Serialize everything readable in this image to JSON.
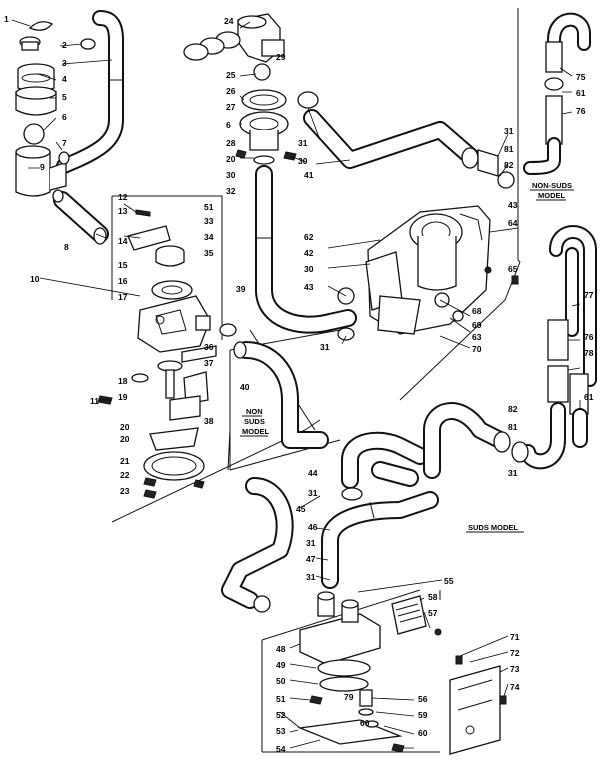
{
  "captions": {
    "non_suds_top": [
      "NON-SUDS",
      "MODEL"
    ],
    "non_suds_mid": [
      "NON",
      "SUDS",
      "MODEL"
    ],
    "suds": "SUDS MODEL"
  },
  "labels": {
    "n1": "1",
    "n2": "2",
    "n3": "3",
    "n4": "4",
    "n5": "5",
    "n6": "6",
    "n7": "7",
    "n8": "8",
    "n9": "9",
    "n10": "10",
    "n11": "11",
    "n12": "12",
    "n13": "13",
    "n14": "14",
    "n15": "15",
    "n16": "16",
    "n17": "17",
    "n18": "18",
    "n19": "19",
    "n20a": "20",
    "n21": "21",
    "n22": "22",
    "n23": "23",
    "n24": "24",
    "n25": "25",
    "n26": "26",
    "n27": "27",
    "n6b": "6",
    "n28": "28",
    "n20b": "20",
    "n30a": "30",
    "n32": "32",
    "n29": "29",
    "n31a": "31",
    "n30b": "30",
    "n41": "41",
    "n31b": "31",
    "n81a": "81",
    "n82a": "82",
    "n75": "75",
    "n61a": "61",
    "n76a": "76",
    "n51": "51",
    "n33": "33",
    "n34": "34",
    "n35": "35",
    "n39": "39",
    "n36": "36",
    "n37": "37",
    "n38": "38",
    "n20c": "20",
    "n62": "62",
    "n42": "42",
    "n30c": "30",
    "n43a": "43",
    "n43b": "43",
    "n64": "64",
    "n65": "65",
    "n68": "68",
    "n69": "69",
    "n63": "63",
    "n70": "70",
    "n31c": "31",
    "n40": "40",
    "n77": "77",
    "n76b": "76",
    "n78": "78",
    "n61b": "61",
    "n82b": "82",
    "n81b": "81",
    "n31d": "31",
    "n44": "44",
    "n31e": "31",
    "n45": "45",
    "n46": "46",
    "n31f": "31",
    "n47": "47",
    "n31g": "31",
    "n55": "55",
    "n58": "58",
    "n57": "57",
    "n48": "48",
    "n49": "49",
    "n50": "50",
    "n51b": "51",
    "n79": "79",
    "n52": "52",
    "n53": "53",
    "n54": "54",
    "n56": "56",
    "n59": "59",
    "n60a": "60",
    "n60b": "60",
    "n71": "71",
    "n72": "72",
    "n73": "73",
    "n74": "74"
  }
}
